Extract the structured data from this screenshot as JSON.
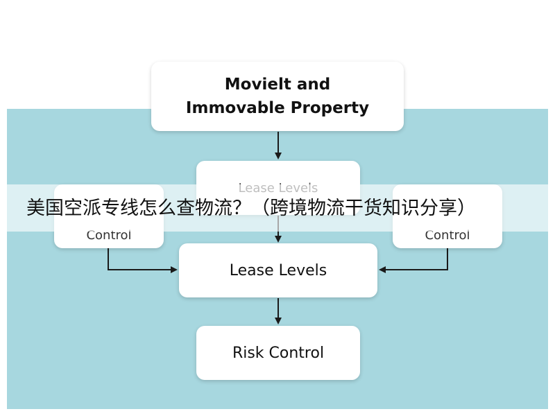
{
  "diagram": {
    "top_node": {
      "line1": "Movielt and",
      "line2": "Immovable Property"
    },
    "faded_node": {
      "label": "Lease Levels"
    },
    "left_node": {
      "label": "Control"
    },
    "right_node": {
      "label": "Control"
    },
    "main_node": {
      "label": "Lease Levels"
    },
    "bottom_node": {
      "label": "Risk Control"
    }
  },
  "overlay": {
    "title": "美国空派专线怎么查物流？（跨境物流干货知识分享）"
  },
  "colors": {
    "band": "#a7d7df",
    "box": "#ffffff",
    "arrow": "#1a1a1a",
    "text": "#111111"
  }
}
